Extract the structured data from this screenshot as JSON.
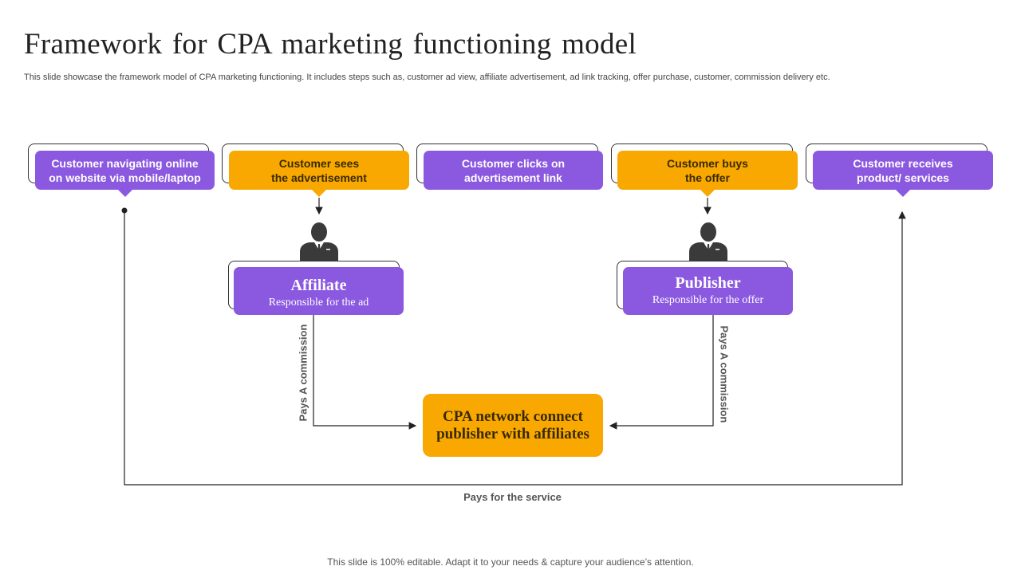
{
  "title": "Framework for CPA marketing functioning model",
  "subtitle": "This slide showcase the framework model of CPA marketing functioning. It includes steps such as, customer ad view, affiliate advertisement, ad link tracking, offer purchase, customer, commission delivery etc.",
  "steps": [
    {
      "line1": "Customer navigating online",
      "line2": "on website via mobile/laptop"
    },
    {
      "line1": "Customer sees",
      "line2": "the advertisement"
    },
    {
      "line1": "Customer clicks on",
      "line2": "advertisement link"
    },
    {
      "line1": "Customer buys",
      "line2": "the offer"
    },
    {
      "line1": "Customer receives",
      "line2": "product/ services"
    }
  ],
  "affiliate": {
    "title": "Affiliate",
    "desc": "Responsible  for  the  ad"
  },
  "publisher": {
    "title": "Publisher",
    "desc": "Responsible  for  the  offer"
  },
  "cpa": {
    "line1": "CPA network connect",
    "line2": "publisher with affiliates"
  },
  "labels": {
    "left_commission": "Pays A commission",
    "right_commission": "Pays A commission",
    "service": "Pays for the service"
  },
  "footer": "This slide is 100% editable. Adapt it to your needs & capture your audience’s attention.",
  "colors": {
    "purple": "#8b58e0",
    "orange": "#f8a800"
  }
}
